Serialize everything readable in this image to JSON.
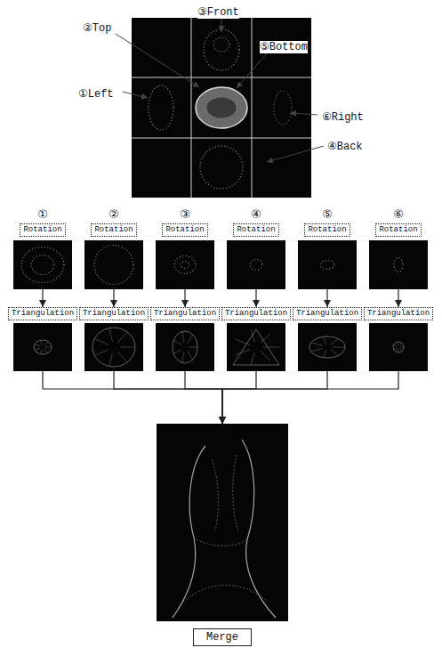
{
  "diagram": {
    "nodes": [
      {
        "text": [
          "Rotation"
        ]
      },
      {
        "text": [
          "Rotation"
        ]
      },
      {
        "text": [
          "Rotation"
        ]
      },
      {
        "text": [
          "Rotation"
        ]
      },
      {
        "text": [
          "Rotation"
        ]
      },
      {
        "text": [
          "Rotation"
        ]
      },
      {
        "text": [
          "Triangulation"
        ]
      },
      {
        "text": [
          "Triangulation"
        ]
      },
      {
        "text": [
          "Triangulation"
        ]
      },
      {
        "text": [
          "Triangulation"
        ]
      },
      {
        "text": [
          "Triangulation"
        ]
      },
      {
        "text": [
          "Triangulation"
        ]
      },
      {
        "text": [
          "Merge"
        ]
      }
    ],
    "edges": [
      {
        "from": 0,
        "to": 6,
        "arrow": "to"
      },
      {
        "from": 1,
        "to": 7,
        "arrow": "to"
      },
      {
        "from": 2,
        "to": 8,
        "arrow": "to"
      },
      {
        "from": 3,
        "to": 9,
        "arrow": "to"
      },
      {
        "from": 4,
        "to": 10,
        "arrow": "to"
      },
      {
        "from": 5,
        "to": 11,
        "arrow": "to"
      },
      {
        "from": 6,
        "to": 12,
        "arrow": "to"
      },
      {
        "from": 7,
        "to": 12,
        "arrow": "to"
      },
      {
        "from": 8,
        "to": 12,
        "arrow": "to"
      },
      {
        "from": 9,
        "to": 12,
        "arrow": "to"
      },
      {
        "from": 10,
        "to": 12,
        "arrow": "to"
      },
      {
        "from": 11,
        "to": 12,
        "arrow": "to"
      }
    ],
    "labels": [
      "③Front",
      "②Top",
      "⑤Bottom",
      "①Left",
      "⑥Right",
      "④Back",
      "①",
      "②",
      "③",
      "④",
      "⑤",
      "⑥"
    ]
  }
}
